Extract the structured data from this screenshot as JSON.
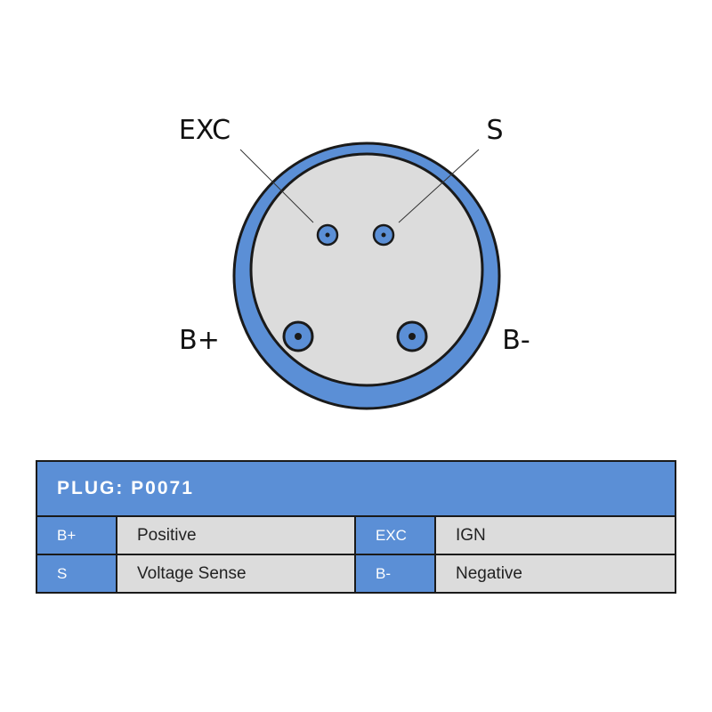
{
  "colors": {
    "accent": "#5b8fd6",
    "panel": "#dcdcdc",
    "outline": "#1a1a1a"
  },
  "diagram": {
    "pins": [
      {
        "id": "EXC",
        "label": "EXC"
      },
      {
        "id": "S",
        "label": "S"
      },
      {
        "id": "B+",
        "label": "B+"
      },
      {
        "id": "B-",
        "label": "B-"
      }
    ]
  },
  "table": {
    "title": "PLUG: P0071",
    "rows": [
      [
        {
          "code": "B+",
          "description": "Positive"
        },
        {
          "code": "EXC",
          "description": "IGN"
        }
      ],
      [
        {
          "code": "S",
          "description": "Voltage Sense"
        },
        {
          "code": "B-",
          "description": "Negative"
        }
      ]
    ]
  }
}
